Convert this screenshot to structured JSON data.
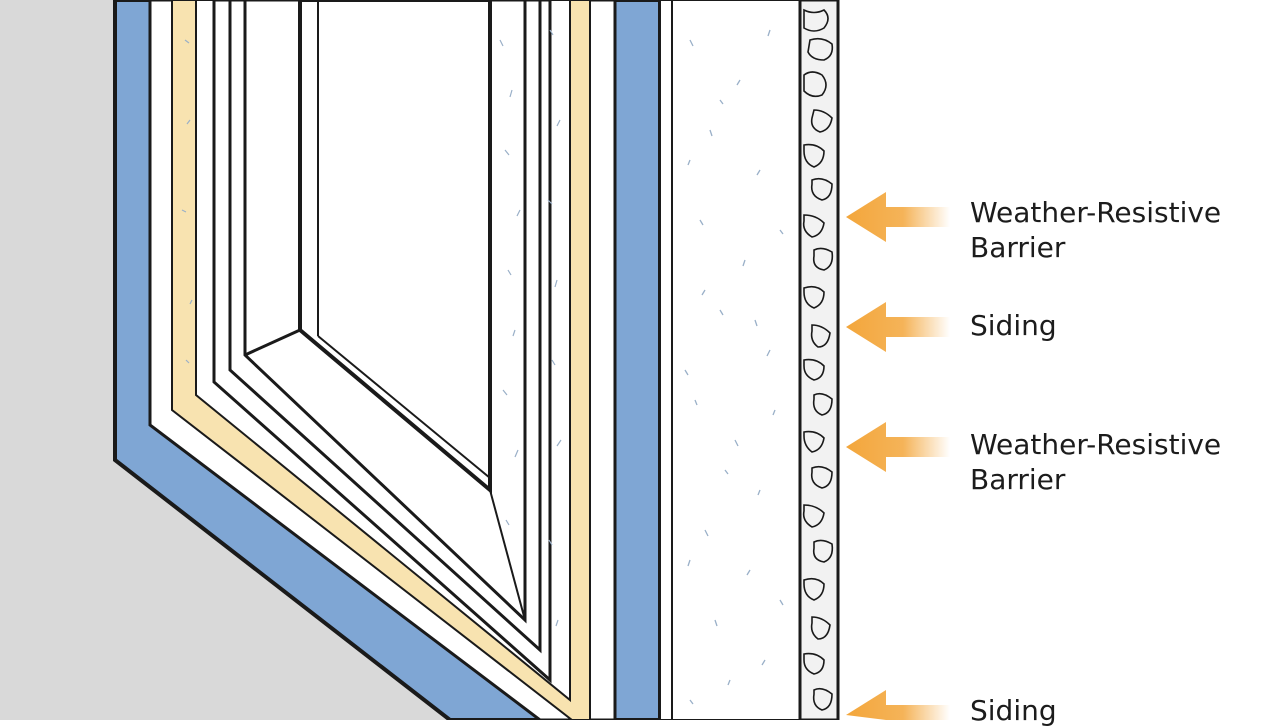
{
  "colors": {
    "background_wall": "#d9d9d9",
    "frame_blue": "#7fa6d4",
    "insulation_yellow": "#f8e3b0",
    "arrow_orange": "#f3a63b",
    "outline": "#1a1a1a"
  },
  "callouts": [
    {
      "lines": [
        "Weather-Resistive",
        "Barrier"
      ],
      "icon": "arrow-left-icon"
    },
    {
      "lines": [
        "Siding"
      ],
      "icon": "arrow-left-icon"
    },
    {
      "lines": [
        "Weather-Resistive",
        "Barrier"
      ],
      "icon": "arrow-left-icon"
    },
    {
      "lines": [
        "Siding"
      ],
      "icon": "arrow-left-icon"
    }
  ]
}
